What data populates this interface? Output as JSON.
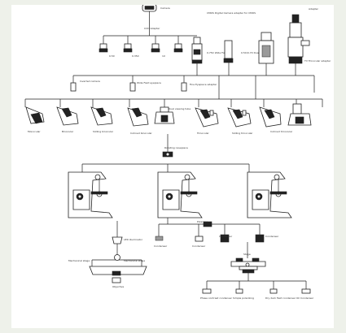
{
  "labels": {
    "camera": "Camera",
    "ccd_adapter": "CCD Adapter",
    "objective_0_5x": "0.5X",
    "objective_0_35x": "0.35X",
    "objective_1x": "1X",
    "digital_camera_adapter": "CMOS Digital Camera adapter for CMOS",
    "wide_field_adapter": "0.75X Wide Field",
    "dual_view_adapter": "0.5X/0.7X Dual view",
    "photo_adapter": "TV Trinocular adapter",
    "top_right": "Adapter",
    "inverted_camera": "Inverted camera",
    "wide_field_eyepiece": "Wide Field eyepiece",
    "fine_eyepiece": "Fine Eyepiece adapter",
    "head_monocular": "Monocular",
    "head_binocular": "Binocular",
    "head_sliding_binocular": "Sliding binocular",
    "head_inclined_binocular": "Inclined binocular",
    "head_dual_viewing": "Dual viewing tube",
    "head_trinocular": "Trinocular",
    "head_sliding_trinocular": "Sliding trinocular",
    "head_inclined_trinocular": "Inclined trinocular",
    "rotating_nosepiece": "Rotating nosepiece",
    "led_illuminator": "LED illuminator",
    "polarizer": "Polarizer",
    "condenser_1": "Condenser",
    "condenser_2": "Condenser",
    "condenser_3": "Condenser",
    "condenser_4": "Condenser",
    "condenser_5": "Condenser",
    "mechanical_stage_left": "Mechanical stage",
    "mechanical_stage_right": "Mechanical stage",
    "objective_bottom": "Objective",
    "stage_label": "Stage",
    "stage_darkfield": "Phase contrast condenser",
    "stage_simple": "Simple polarizing",
    "stage_dark_field": "Dry dark field condenser",
    "stage_oil": "Oil Condenser"
  }
}
